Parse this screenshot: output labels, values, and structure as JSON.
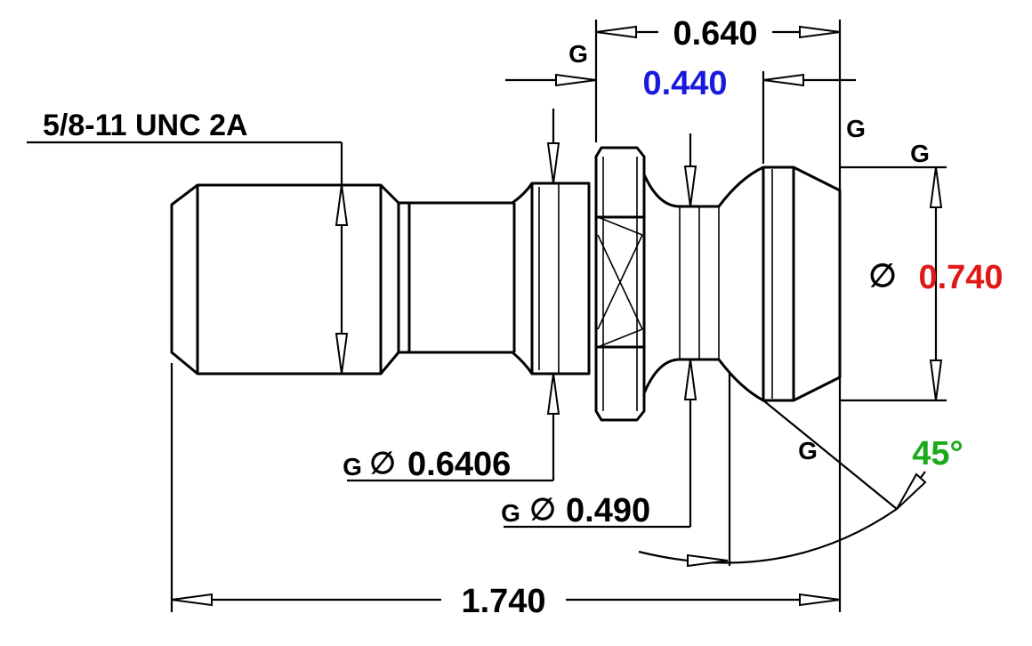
{
  "colors": {
    "line": "#000000",
    "blue_dim": "#1a1adc",
    "red_dim": "#e01818",
    "green_dim": "#1aaa1a"
  },
  "dimensions": {
    "overall_length": "1.740",
    "head_length": "0.640",
    "neck_length": "0.440",
    "head_diameter": "0.740",
    "collar_diameter": "0.6406",
    "neck_diameter": "0.490",
    "angle": "45°",
    "thread_spec": "5/8-11 UNC 2A"
  },
  "symbols": {
    "grind": "G",
    "diameter": "∅"
  }
}
